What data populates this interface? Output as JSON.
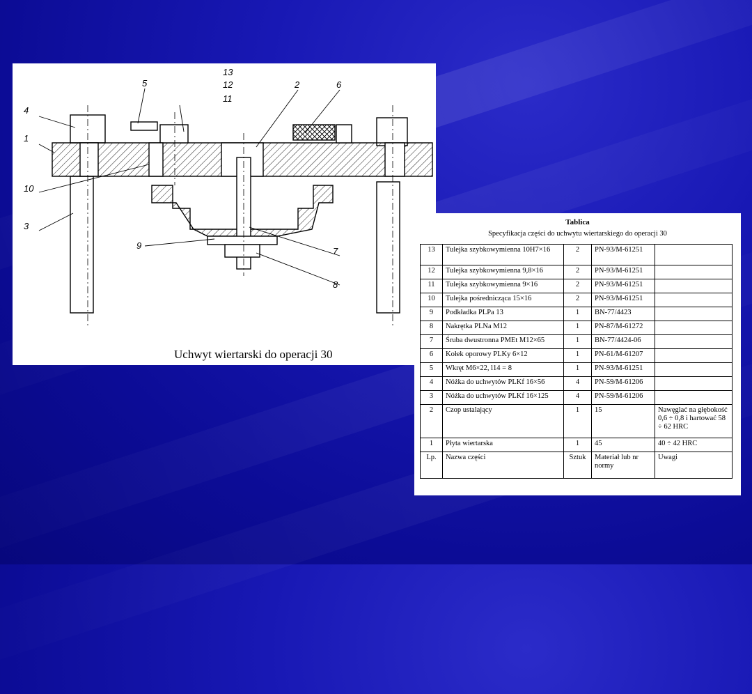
{
  "drawing": {
    "caption": "Uchwyt wiertarski do operacji 30",
    "labels": [
      "13",
      "12",
      "11",
      "5",
      "2",
      "6",
      "4",
      "1",
      "10",
      "3",
      "9",
      "7",
      "8"
    ]
  },
  "table": {
    "title": "Tablica",
    "subtitle": "Specyfikacja części do uchwytu wiertarskiego do operacji 30",
    "rows": [
      {
        "lp": "13",
        "nazwa": "Tulejka szybkowymienna 10H7×16",
        "sztuk": "2",
        "material": "PN-93/M-61251",
        "uwagi": ""
      },
      {
        "lp": "12",
        "nazwa": "Tulejka szybkowymienna 9,8×16",
        "sztuk": "2",
        "material": "PN-93/M-61251",
        "uwagi": ""
      },
      {
        "lp": "11",
        "nazwa": "Tulejka szybkowymienna 9×16",
        "sztuk": "2",
        "material": "PN-93/M-61251",
        "uwagi": ""
      },
      {
        "lp": "10",
        "nazwa": "Tulejka pośrednicząca 15×16",
        "sztuk": "2",
        "material": "PN-93/M-61251",
        "uwagi": ""
      },
      {
        "lp": "9",
        "nazwa": "Podkładka PLPa 13",
        "sztuk": "1",
        "material": "BN-77/4423",
        "uwagi": ""
      },
      {
        "lp": "8",
        "nazwa": "Nakrętka PLNa M12",
        "sztuk": "1",
        "material": "PN-87/M-61272",
        "uwagi": ""
      },
      {
        "lp": "7",
        "nazwa": "Śruba dwustronna PMEt M12×65",
        "sztuk": "1",
        "material": "BN-77/4424-06",
        "uwagi": ""
      },
      {
        "lp": "6",
        "nazwa": "Kołek oporowy PLKy 6×12",
        "sztuk": "1",
        "material": "PN-61/M-61207",
        "uwagi": ""
      },
      {
        "lp": "5",
        "nazwa": "Wkręt M6×22, l14 = 8",
        "sztuk": "1",
        "material": "PN-93/M-61251",
        "uwagi": ""
      },
      {
        "lp": "4",
        "nazwa": "Nóżka do uchwytów PLKf 16×56",
        "sztuk": "4",
        "material": "PN-59/M-61206",
        "uwagi": ""
      },
      {
        "lp": "3",
        "nazwa": "Nóżka do uchwytów PLKf 16×125",
        "sztuk": "4",
        "material": "PN-59/M-61206",
        "uwagi": ""
      },
      {
        "lp": "2",
        "nazwa": "Czop ustalający",
        "sztuk": "1",
        "material": "15",
        "uwagi": "Nawęglać na głębokość 0,6 ÷ 0,8 i hartować 58 ÷ 62 HRC"
      },
      {
        "lp": "1",
        "nazwa": "Płyta wiertarska",
        "sztuk": "1",
        "material": "45",
        "uwagi": "40 ÷ 42 HRC"
      }
    ],
    "header": {
      "lp": "Lp.",
      "nazwa": "Nazwa części",
      "sztuk": "Sztuk",
      "material": "Materiał lub nr normy",
      "uwagi": "Uwagi"
    }
  }
}
